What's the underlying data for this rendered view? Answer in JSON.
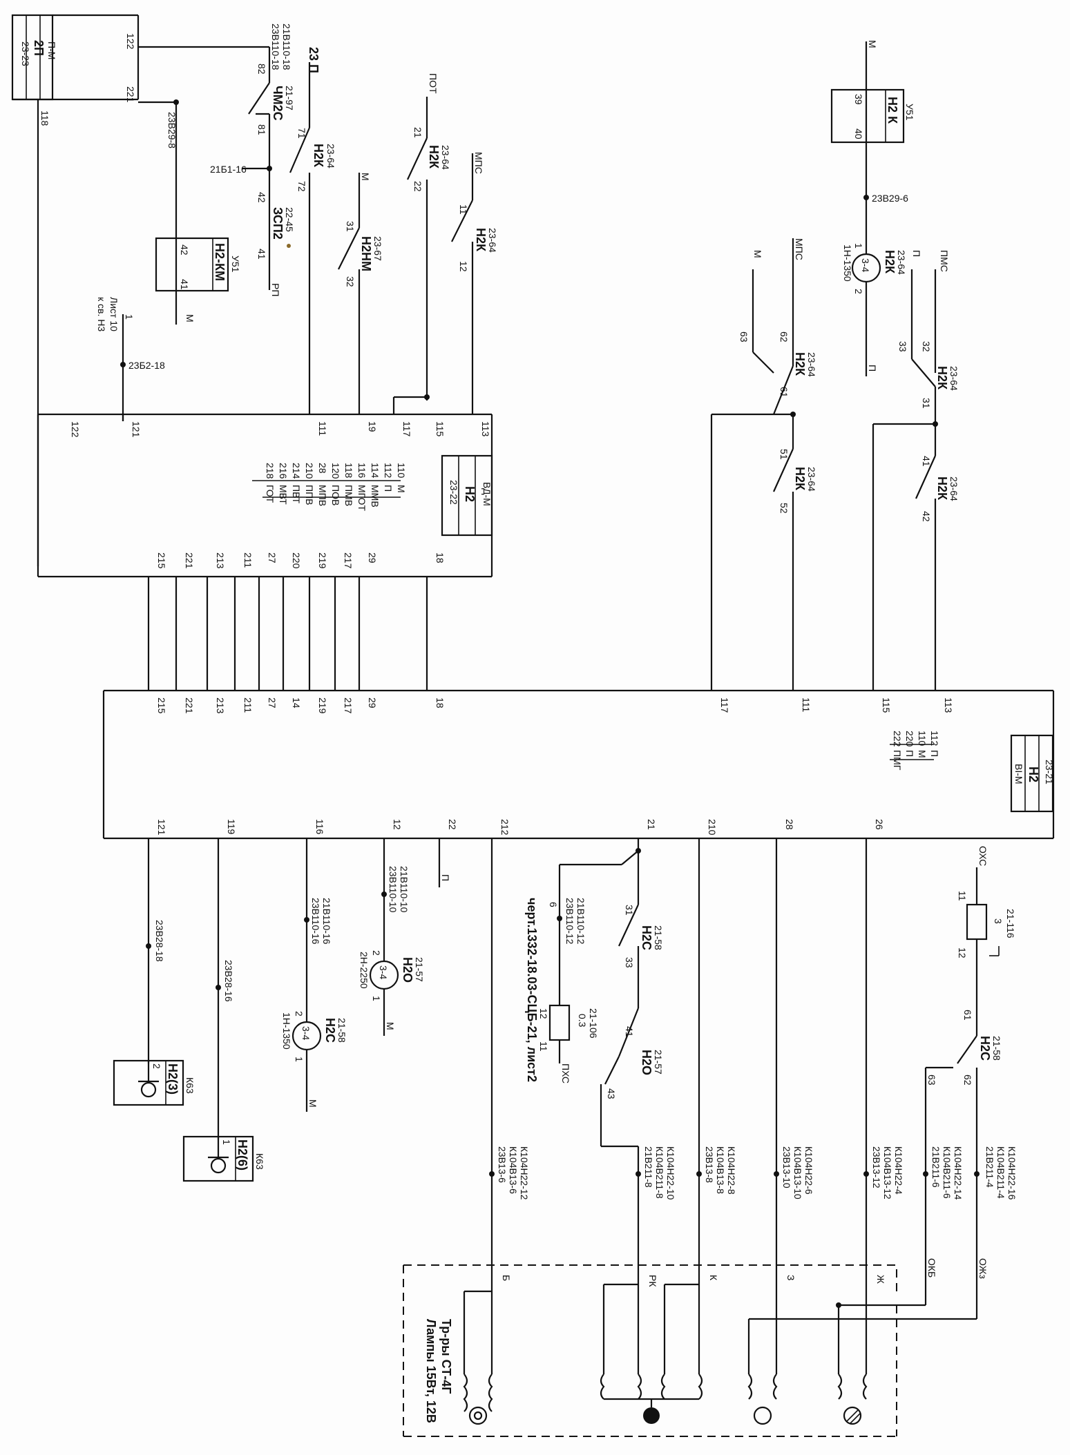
{
  "sheet": {
    "headline": "черт.1332-18.03-СЦБ-21, лист2"
  },
  "blocks": {
    "b2323": {
      "ref": "23-23",
      "name": "2П",
      "sub": "П-М",
      "pins": [
        "122",
        "221",
        "118"
      ]
    },
    "b2322": {
      "ref": "23-22",
      "name": "Н2",
      "sub": "ВД-М",
      "legend": [
        [
          "110",
          "М"
        ],
        [
          "112",
          "П"
        ],
        [
          "114",
          "ММВ"
        ],
        [
          "116",
          "МГОТ"
        ],
        [
          "118",
          "ПМВ"
        ],
        [
          "120",
          "ПОВ"
        ],
        [
          "28",
          "МПВ"
        ],
        [
          "210",
          "ППВ"
        ],
        [
          "214",
          "ПВТ"
        ],
        [
          "216",
          "МВТ"
        ],
        [
          "218",
          "ГОТ"
        ]
      ],
      "top_pins": [
        "122",
        "121",
        "111",
        "19",
        "117",
        "115",
        "113"
      ],
      "bot_pins": [
        "215",
        "221",
        "213",
        "211",
        "27",
        "220",
        "219",
        "217",
        "29",
        "18"
      ]
    },
    "b2321": {
      "ref": "23-21",
      "name": "Н2",
      "sub": "ВI-М",
      "legend": [
        [
          "112",
          "П"
        ],
        [
          "110",
          "М"
        ],
        [
          "220",
          "П"
        ],
        [
          "222",
          "ПМГ"
        ]
      ],
      "top_pins": [
        "215",
        "221",
        "213",
        "211",
        "27",
        "14",
        "219",
        "217",
        "29",
        "18",
        "117",
        "111",
        "115",
        "113"
      ],
      "bot_pins": [
        "121",
        "119",
        "116",
        "12",
        "22",
        "212",
        "21",
        "210",
        "28",
        "26"
      ]
    },
    "u51_km": {
      "ref": "У51",
      "name": "Н2-КМ",
      "pins": [
        "42",
        "41"
      ]
    },
    "u51_k": {
      "ref": "У51",
      "name": "Н2 К",
      "pins": [
        "39",
        "40"
      ]
    },
    "k63_3": {
      "ref": "К63",
      "name": "Н2(3)",
      "pins": [
        "2"
      ]
    },
    "k63_6": {
      "ref": "К63",
      "name": "Н2(6)",
      "pins": [
        "1"
      ]
    }
  },
  "contacts": {
    "chm2s": {
      "ref": "21-97",
      "name": "ЧМ2С",
      "pins": [
        "82",
        "81"
      ]
    },
    "zsp2": {
      "ref": "22-45",
      "name": "ЗСП2",
      "pins": [
        "42",
        "41"
      ]
    },
    "n2k_71": {
      "ref": "23-64",
      "name": "Н2К",
      "pins": [
        "71",
        "72"
      ]
    },
    "n2k_21": {
      "ref": "23-64",
      "name": "Н2К",
      "pins": [
        "21",
        "22"
      ]
    },
    "n2k_11": {
      "ref": "23-64",
      "name": "Н2К",
      "pins": [
        "11",
        "12"
      ]
    },
    "n2nm": {
      "ref": "23-67",
      "name": "Н2НМ",
      "pins": [
        "31",
        "32"
      ]
    },
    "n2k_61": {
      "ref": "23-64",
      "name": "Н2К",
      "pins": [
        "62",
        "63",
        "61"
      ]
    },
    "n2k_51": {
      "ref": "23-64",
      "name": "Н2К",
      "pins": [
        "51",
        "52"
      ]
    },
    "n2k_31": {
      "ref": "23-64",
      "name": "Н2К",
      "pins": [
        "32",
        "33",
        "31"
      ]
    },
    "n2k_41": {
      "ref": "23-64",
      "name": "Н2К",
      "pins": [
        "41",
        "42"
      ]
    },
    "n2s_31": {
      "ref": "21-58",
      "name": "Н2С",
      "pins": [
        "31",
        "33"
      ]
    },
    "n2o_41": {
      "ref": "21-57",
      "name": "Н2О",
      "pins": [
        "41",
        "43"
      ]
    },
    "n2s_61": {
      "ref": "21-58",
      "name": "Н2С",
      "pins": [
        "61",
        "62",
        "63"
      ]
    }
  },
  "coils": {
    "n2k": {
      "ref": "23-64",
      "name": "Н2К",
      "type": "3-4",
      "part": "1Н-1350",
      "pins": [
        "1",
        "2"
      ]
    },
    "n2o": {
      "ref": "21-57",
      "name": "Н2О",
      "type": "3-4",
      "part": "2Н-2250",
      "pins": [
        "2",
        "1"
      ]
    },
    "n2s": {
      "ref": "21-58",
      "name": "Н2С",
      "type": "3-4",
      "part": "1Н-1350",
      "pins": [
        "2",
        "1"
      ]
    }
  },
  "fuses": {
    "f116": {
      "ref": "21-116",
      "pins": [
        "11",
        "3",
        "12"
      ]
    },
    "r106": {
      "ref": "21-106",
      "value": "0.3",
      "pins": [
        "12",
        "11"
      ]
    }
  },
  "terminals": {
    "t1": [
      "23В110-18",
      "21В110-18"
    ],
    "t2": "21Б1-16",
    "t3": "23В29-8",
    "t4": "23Б2-18",
    "t5": "23В29-6",
    "t6": [
      "23В110-10",
      "21В110-10"
    ],
    "t7": [
      "23В110-16",
      "21В110-16"
    ],
    "t8": [
      "23В110-12",
      "21В110-12"
    ],
    "t9": "23В28-18",
    "t10": "23В28-16",
    "t11": [
      "23В13-6",
      "К104В13-6",
      "К104Н22-12"
    ],
    "t12": [
      "21В211-8",
      "К104В211-8",
      "К104Н22-10"
    ],
    "t13": [
      "23В13-8",
      "К104В13-8",
      "К104Н22-8"
    ],
    "t14": [
      "23В13-10",
      "К104В13-10",
      "К104Н22-6"
    ],
    "t15": [
      "23В13-12",
      "К104В13-12",
      "К104Н22-4"
    ],
    "t16": [
      "21В211-6",
      "К104В211-6",
      "К104Н22-14"
    ],
    "t17": [
      "21В211-4",
      "К104В211-4",
      "К104Н22-16"
    ]
  },
  "wire_labels": {
    "w23p": "23 П",
    "rp": "РП",
    "m1": "М",
    "pot": "ПОТ",
    "mps1": "МПС",
    "m2": "М",
    "mps2": "МПС",
    "m3": "М",
    "p1": "П",
    "pms": "ПМС",
    "p2": "П",
    "m4": "М",
    "p3": "П",
    "m5": "М",
    "m6": "М",
    "pkh": "ПХС",
    "okh": "ОХС",
    "six": "6",
    "list10": [
      "1",
      "Лист 10",
      "к св. Н3"
    ],
    "ok": "ОКБ",
    "ozh": "ОЖз"
  },
  "lamps": {
    "title": [
      "Тр-ры СТ-4Г",
      "Лампы 15Вт, 12В"
    ],
    "letters": [
      "Б",
      "РК",
      "К",
      "З",
      "Ж"
    ]
  }
}
